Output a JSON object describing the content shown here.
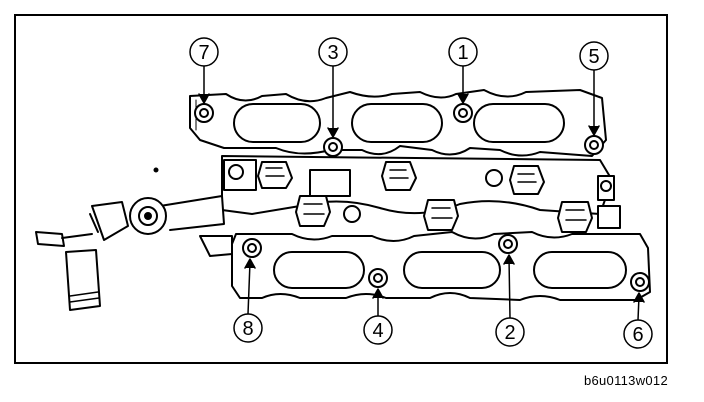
{
  "figure": {
    "code": "b6u0113w012",
    "callouts": [
      "7",
      "3",
      "1",
      "5",
      "8",
      "4",
      "2",
      "6"
    ]
  },
  "colors": {
    "ink": "#000000",
    "paper": "#ffffff",
    "shade": "#d0d0d0"
  }
}
